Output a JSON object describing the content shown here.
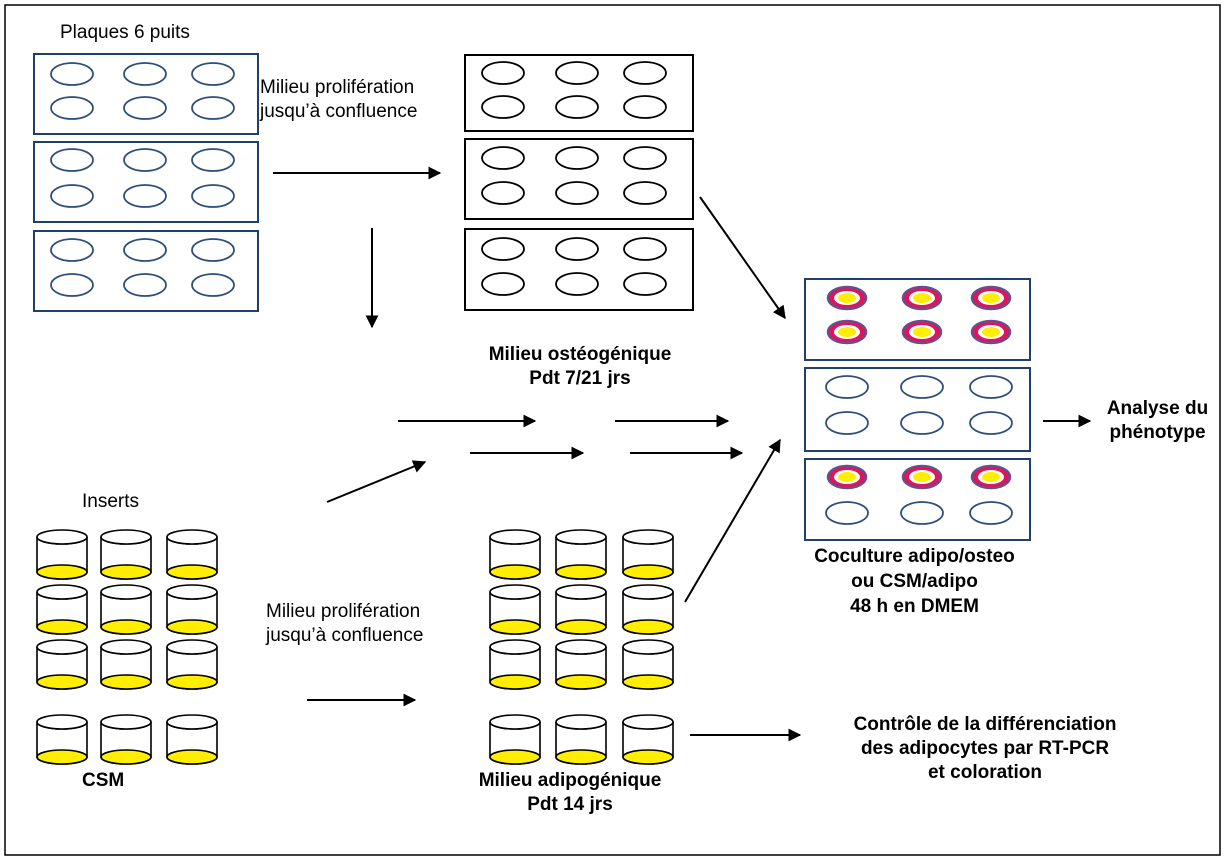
{
  "labels": {
    "plaques_title": "Plaques 6 puits",
    "inserts_title": "Inserts",
    "csm": "CSM",
    "milieu_prolif_top_1": "Milieu prolifération",
    "milieu_prolif_top_2": "jusqu’à confluence",
    "milieu_prolif_bottom_1": "Milieu prolifération",
    "milieu_prolif_bottom_2": "jusqu’à confluence",
    "osteo_1": "Milieu ostéogénique",
    "osteo_2": "Pdt 7/21 jrs",
    "adipo_1": "Milieu adipogénique",
    "adipo_2": "Pdt 14 jrs",
    "coculture_1": "Coculture adipo/osteo",
    "coculture_2": "ou CSM/adipo",
    "coculture_3": "48 h en DMEM",
    "analyse_1": "Analyse du",
    "analyse_2": "phénotype",
    "controle_1": "Contrôle de la différenciation",
    "controle_2": "des adipocytes par RT-PCR",
    "controle_3": "et coloration"
  },
  "colors": {
    "plate_border_blue": "#1f3f6e",
    "well_blue": "#2e4f7a",
    "well_black": "#000000",
    "adipo_yellow": "#ffee00",
    "well_ring_red": "#e0145a",
    "well_ring_purple": "#6b4c8c",
    "arrow": "#000000"
  }
}
